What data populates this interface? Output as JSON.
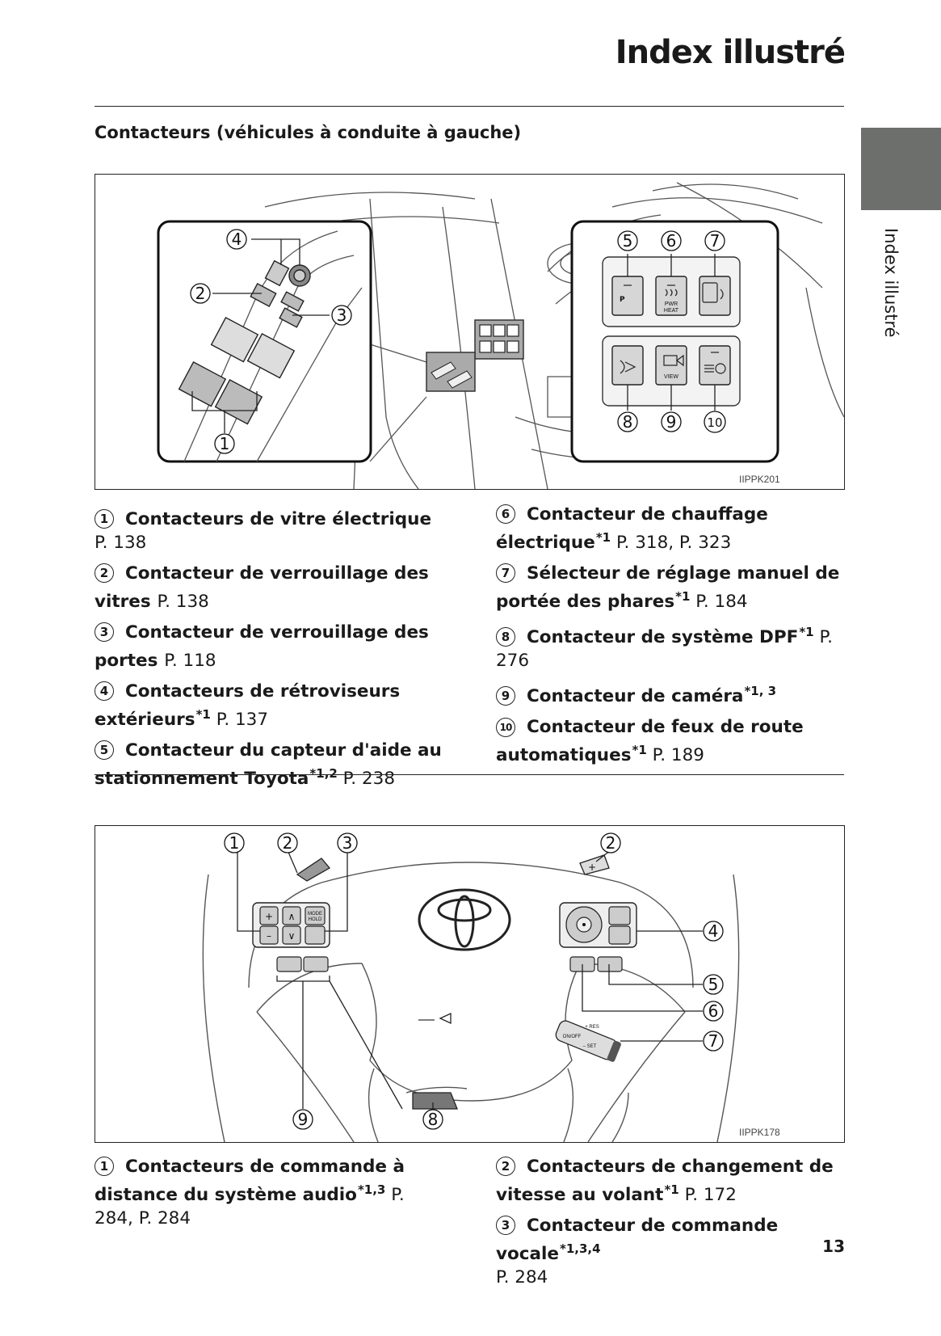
{
  "header": {
    "title": "Index illustré",
    "side_tab_label": "Index illustré"
  },
  "section": {
    "heading": "Contacteurs (véhicules à conduite à gauche)"
  },
  "figure1": {
    "code": "IIPPK201",
    "callouts": [
      "1",
      "2",
      "3",
      "4",
      "5",
      "6",
      "7",
      "8",
      "9",
      "10"
    ],
    "switch_labels": {
      "pwr": "PWR",
      "heat": "HEAT",
      "view": "VIEW"
    }
  },
  "legend1": {
    "left": [
      {
        "num": "1",
        "name": "Contacteurs de vitre électrique",
        "note": "",
        "ref": "P. 138"
      },
      {
        "num": "2",
        "name": "Contacteur de verrouillage des vitres",
        "note": "",
        "ref": "P. 138"
      },
      {
        "num": "3",
        "name": "Contacteur de verrouillage des portes",
        "note": "",
        "ref": "P. 118"
      },
      {
        "num": "4",
        "name": "Contacteurs de rétroviseurs extérieurs",
        "note": "*1",
        "ref": "P. 137"
      },
      {
        "num": "5",
        "name": "Contacteur du capteur d'aide au stationnement Toyota",
        "note": "*1,2",
        "ref": "P. 238"
      }
    ],
    "right": [
      {
        "num": "6",
        "name": "Contacteur de chauffage électrique",
        "note": "*1",
        "ref": "P. 318, P. 323"
      },
      {
        "num": "7",
        "name": "Sélecteur de réglage manuel de portée des phares",
        "note": "*1",
        "ref": "P. 184"
      },
      {
        "num": "8",
        "name": "Contacteur de système DPF",
        "note": "*1",
        "ref": "P. 276"
      },
      {
        "num": "9",
        "name": "Contacteur de caméra",
        "note": "*1, 3",
        "ref": ""
      },
      {
        "num": "10",
        "name": "Contacteur de feux de route automatiques",
        "note": "*1",
        "ref": "P. 189"
      }
    ]
  },
  "figure2": {
    "code": "IIPPK178",
    "callouts": [
      "1",
      "2",
      "3",
      "2",
      "4",
      "5",
      "6",
      "7",
      "9",
      "8"
    ],
    "switch_labels": {
      "mode": "MODE",
      "hold": "HOLD",
      "res": "+ RES",
      "set": "– SET",
      "on_off": "ON/OFF"
    }
  },
  "legend2": {
    "left": [
      {
        "num": "1",
        "name": "Contacteurs de commande à distance du système audio",
        "note": "*1,3",
        "ref": "P. 284, P. 284"
      }
    ],
    "right": [
      {
        "num": "2",
        "name": "Contacteurs de changement de vitesse au volant",
        "note": "*1",
        "ref": "P. 172"
      },
      {
        "num": "3",
        "name": "Contacteur de commande vocale",
        "note": "*1,3,4",
        "ref": "P. 284"
      }
    ]
  },
  "footer": {
    "page_number": "13"
  }
}
